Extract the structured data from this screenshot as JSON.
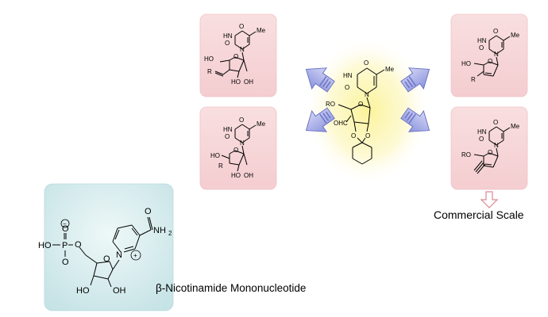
{
  "captions": {
    "commercial_scale": "Commercial Scale",
    "nmn_name": "β-Nicotinamide Mononucleotide"
  },
  "atoms": {
    "hn": "HN",
    "n": "N",
    "o": "O",
    "me": "Me",
    "ho": "HO",
    "oh": "OH",
    "r": "R",
    "ro": "RO",
    "ohc": "OHC",
    "nh2": "NH",
    "nh2_sub": "2",
    "p": "P",
    "plus": "+",
    "minus": "−"
  },
  "colors": {
    "pink_box": "#f7d6d8",
    "pink_box_edge": "#f1bfc3",
    "center_glow": "#fbf6a8",
    "arrow_fill": "#aab0e8",
    "arrow_edge": "#6c74c4",
    "teal_box": "#d2ebed",
    "down_arrow": "#e09aa0"
  }
}
